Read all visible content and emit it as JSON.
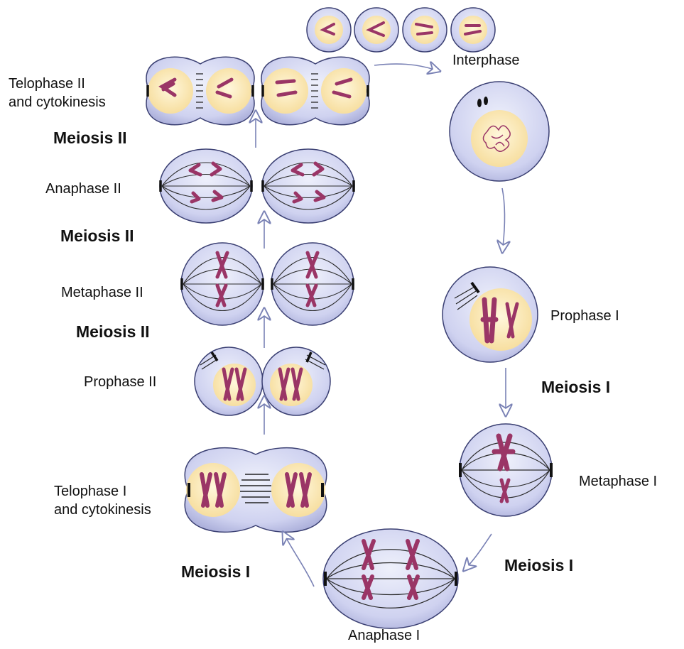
{
  "labels": {
    "interphase": "Interphase",
    "prophase_1": "Prophase I",
    "metaphase_1": "Metaphase I",
    "anaphase_1": "Anaphase I",
    "telophase_1_line1": "Telophase I",
    "telophase_1_line2": "and cytokinesis",
    "prophase_2": "Prophase II",
    "metaphase_2": "Metaphase II",
    "anaphase_2": "Anaphase II",
    "telophase_2_line1": "Telophase II",
    "telophase_2_line2": "and cytokinesis",
    "meiosis_1": "Meiosis I",
    "meiosis_2": "Meiosis II"
  },
  "colors": {
    "cell_fill": "#cfd2f0",
    "cell_stroke": "#3a3f72",
    "nucleus_fill": "#fbe7b0",
    "chromosome": "#9a3566",
    "arrow": "#8088b8",
    "spindle": "#2b2b2b"
  }
}
